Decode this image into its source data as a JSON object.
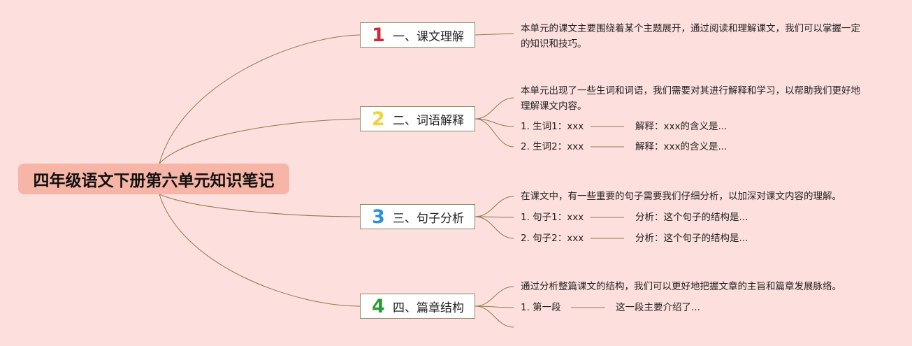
{
  "root": {
    "title": "四年级语文下册第六单元知识笔记"
  },
  "branches": [
    {
      "num": "1",
      "num_color": "#d0283a",
      "label": "一、课文理解"
    },
    {
      "num": "2",
      "num_color": "#f0d23a",
      "label": "二、词语解释"
    },
    {
      "num": "3",
      "num_color": "#2a93d5",
      "label": "三、句子分析"
    },
    {
      "num": "4",
      "num_color": "#2f9a36",
      "label": "四、篇章结构"
    }
  ],
  "details": {
    "b1_text": "本单元的课文主要围绕着某个主题展开，通过阅读和理解课文，我们可以掌握一定的知识和技巧。",
    "b2_text": "本单元出现了一些生词和词语，我们需要对其进行解释和学习，以帮助我们更好地理解课文内容。",
    "b2_item1": "1. 生词1：xxx",
    "b2_item1_sub": "解释：xxx的含义是...",
    "b2_item2": "2. 生词2：xxx",
    "b2_item2_sub": "解释：xxx的含义是...",
    "b3_text": "在课文中，有一些重要的句子需要我们仔细分析，以加深对课文内容的理解。",
    "b3_item1": "1. 句子1：xxx",
    "b3_item1_sub": "分析：这个句子的结构是...",
    "b3_item2": "2. 句子2：xxx",
    "b3_item2_sub": "分析：这个句子的结构是...",
    "b4_text": "通过分析整篇课文的结构，我们可以更好地把握文章的主旨和篇章发展脉络。",
    "b4_item1": "1. 第一段",
    "b4_item1_sub": "这一段主要介绍了..."
  },
  "colors": {
    "background": "#fde0de",
    "root": "#f7b5a8",
    "line": "#8a7a4a"
  }
}
